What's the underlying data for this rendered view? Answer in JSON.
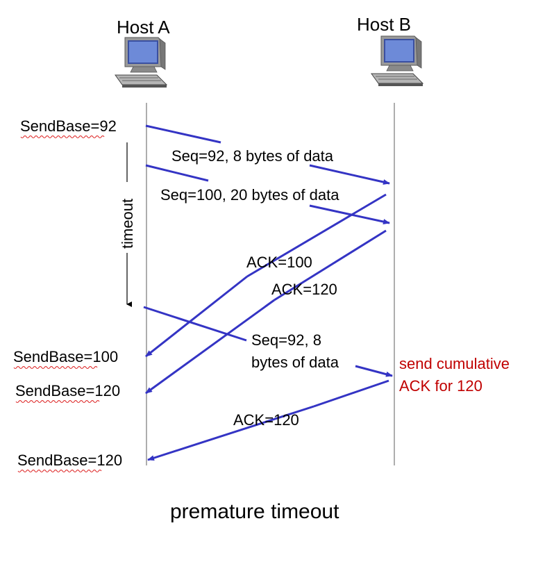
{
  "hosts": {
    "a": "Host A",
    "b": "Host B"
  },
  "timeout_label": "timeout",
  "segments": {
    "seq92": "Seq=92, 8 bytes of data",
    "seq100": "Seq=100, 20 bytes of data",
    "ack100": "ACK=100",
    "ack120_first": "ACK=120",
    "resend_line1": "Seq=92,  8",
    "resend_line2": "bytes of data",
    "ack120_final": "ACK=120"
  },
  "sendbase": {
    "sb92": "SendBase=92",
    "sb100": "SendBase=100",
    "sb120_first": "SendBase=120",
    "sb120_second": "SendBase=120"
  },
  "note": {
    "line1": "send cumulative",
    "line2": "ACK for 120",
    "color": "#c00000"
  },
  "caption": "premature timeout",
  "colors": {
    "arrow": "#3434c4",
    "timeline": "#777777"
  },
  "icons": [
    "computer-icon",
    "computer-icon"
  ]
}
